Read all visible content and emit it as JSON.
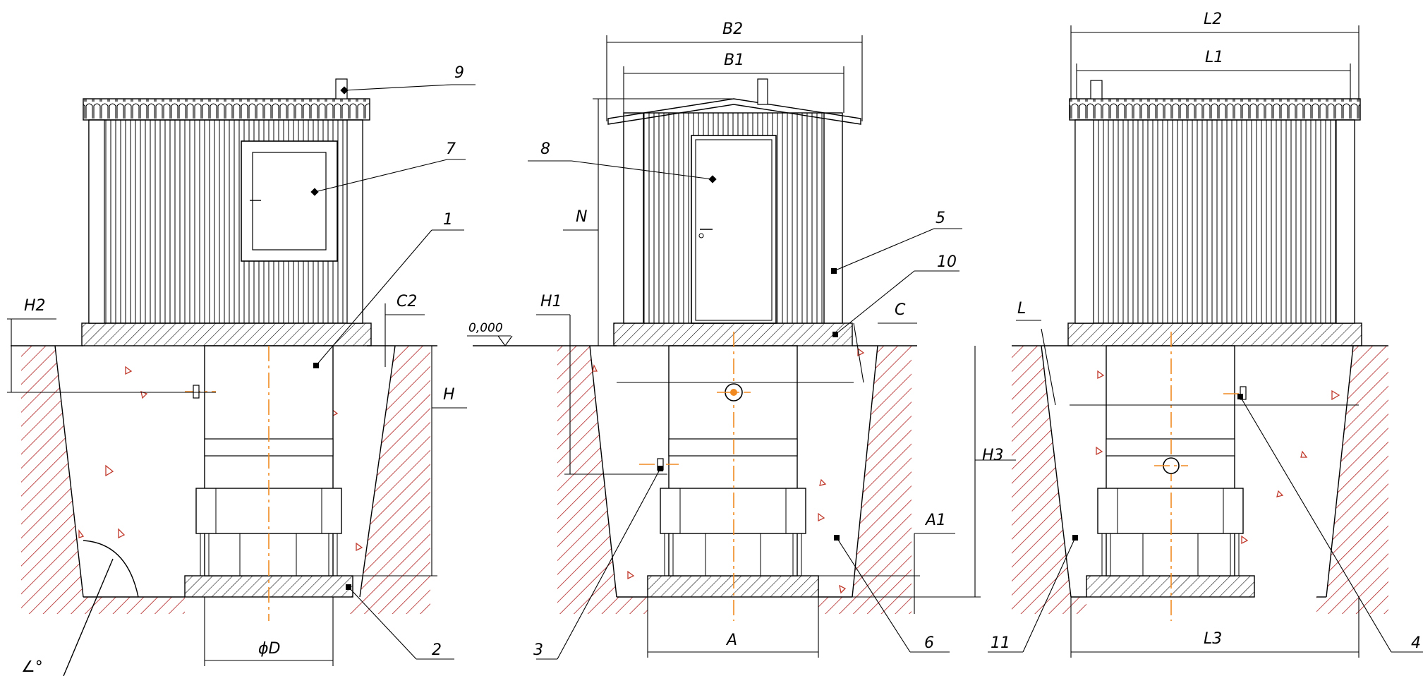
{
  "callouts": {
    "c1": "1",
    "c2": "2",
    "c3": "3",
    "c4": "4",
    "c5": "5",
    "c6": "6",
    "c7": "7",
    "c8": "8",
    "c9": "9",
    "c10": "10",
    "c11": "11"
  },
  "dims": {
    "B2": "B2",
    "B1": "B1",
    "L2": "L2",
    "L1": "L1",
    "N": "N",
    "H2": "H2",
    "C2": "C2",
    "H": "H",
    "H1": "H1",
    "C": "C",
    "level": "0,000",
    "H3": "H3",
    "A1": "A1",
    "A": "A",
    "phiD": "ϕD",
    "L": "L",
    "L3": "L3",
    "angle": "∠°"
  },
  "colors": {
    "soil_hatch": "#b22222",
    "fill_marks": "#c0392b",
    "axis": "#f08a20",
    "line": "#000000"
  }
}
